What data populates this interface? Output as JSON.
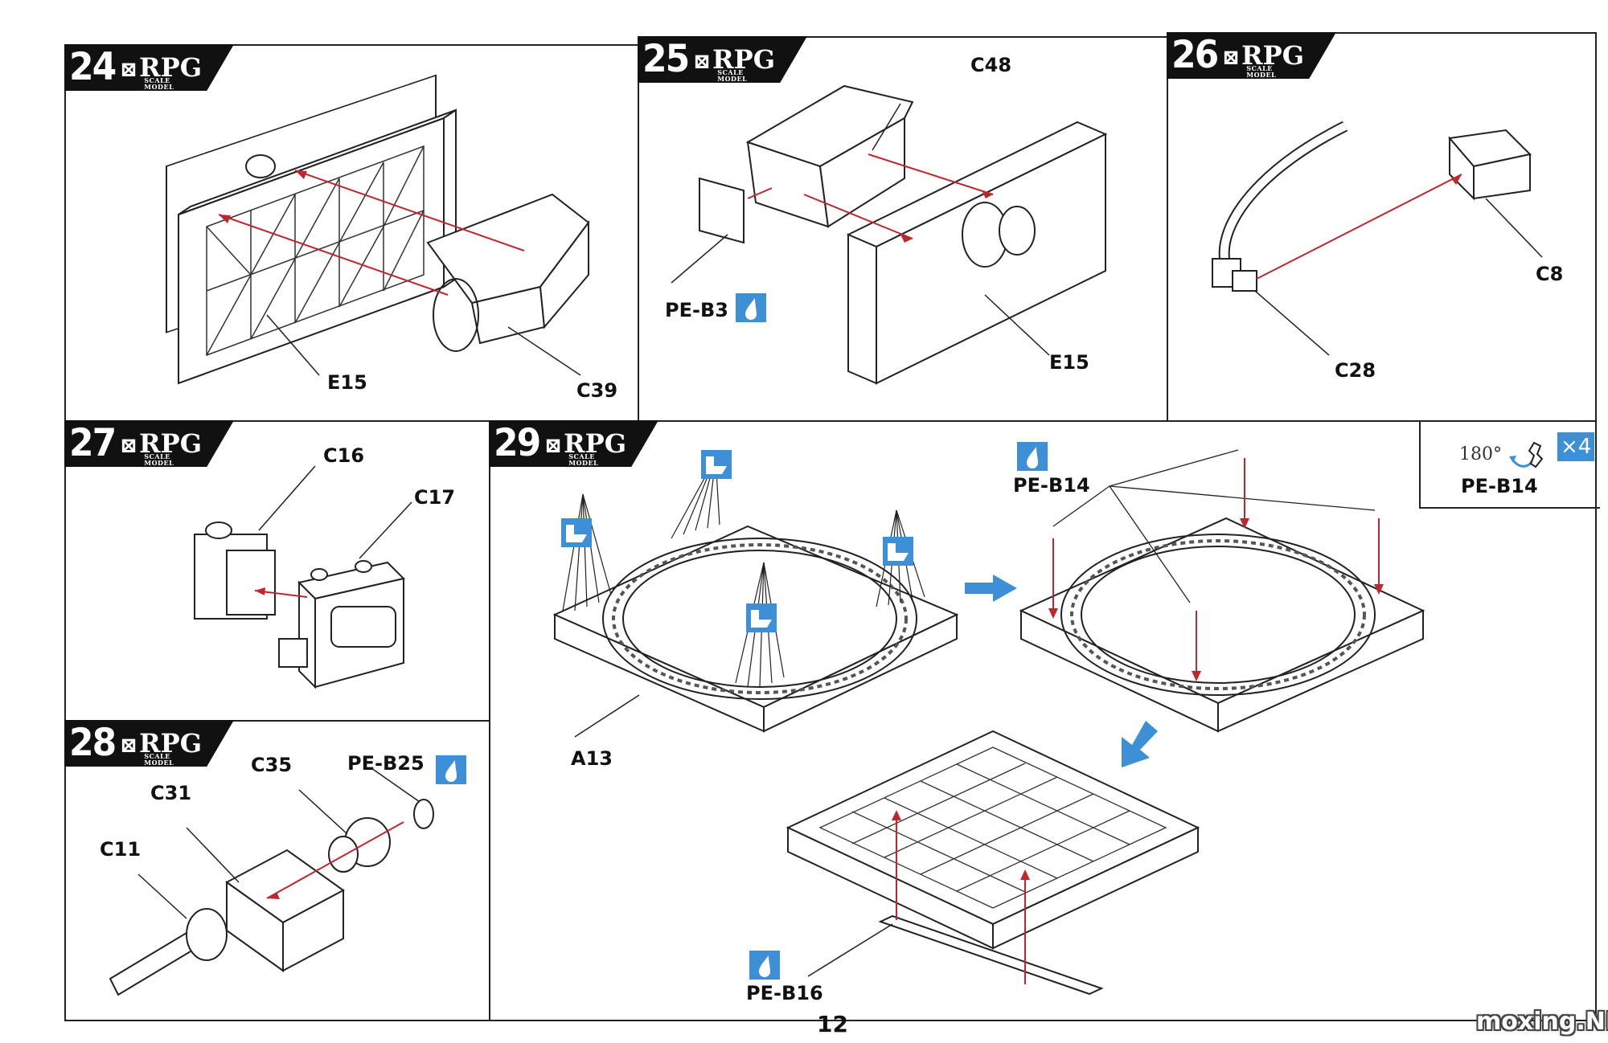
{
  "page_number": "12",
  "watermark": "moxing.NET",
  "brand": {
    "name": "RPG",
    "sub": "SCALE MODEL"
  },
  "steps": [
    {
      "number": "24",
      "labels": {
        "a": "E15",
        "b": "C39"
      }
    },
    {
      "number": "25",
      "labels": {
        "a": "C48",
        "b": "PE-B3",
        "c": "E15"
      }
    },
    {
      "number": "26",
      "labels": {
        "a": "C8",
        "b": "C28"
      }
    },
    {
      "number": "27",
      "labels": {
        "a": "C16",
        "b": "C17"
      }
    },
    {
      "number": "28",
      "labels": {
        "a": "C35",
        "b": "PE-B25",
        "c": "C31",
        "d": "C11"
      }
    },
    {
      "number": "29",
      "labels": {
        "a": "A13",
        "b": "PE-B14",
        "c": "PE-B16"
      }
    }
  ],
  "rotation_note": {
    "angle": "180°",
    "count": "×4",
    "part": "PE-B14"
  },
  "colors": {
    "accent": "#3d8fd6",
    "arrow": "#c0262d",
    "ink": "#222222"
  },
  "icons": [
    "glue-icon",
    "bend-icon",
    "direction-arrow-icon",
    "rotate-icon"
  ]
}
